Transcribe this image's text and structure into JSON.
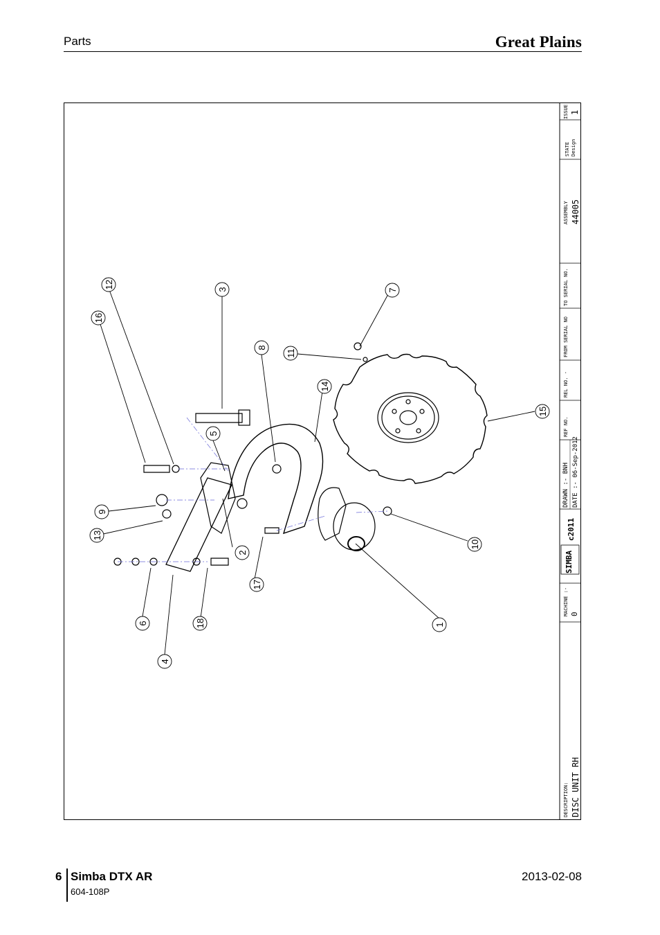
{
  "header": {
    "section": "Parts",
    "brand": "Great Plains"
  },
  "footer": {
    "page_number": "6",
    "title": "Simba DTX AR",
    "code": "604-108P",
    "date": "2013-02-08"
  },
  "title_block": {
    "issue_label": "ISSUE",
    "issue_value": "1",
    "state_label": "STATE",
    "state_value": "Design",
    "assembly_label": "ASSEMBLY",
    "assembly_value": "44005",
    "to_serial_label": "TO SERIAL NO.",
    "from_serial_label": "FROM SERIAL NO",
    "rel_no": "REL NO. -",
    "ref_no": "REF NO.",
    "drawn": "DRAWN :- BNH",
    "date": "DATE :- 06-Sep-2012",
    "copyright": "c2011",
    "logo_text": "SIMBA",
    "machine_label": "MACHINE :-",
    "machine_value": "0",
    "description_label": "DESCRIPTION:",
    "description_value": "DISC UNIT RH"
  },
  "callouts": [
    "1",
    "2",
    "3",
    "4",
    "5",
    "6",
    "7",
    "8",
    "9",
    "10",
    "11",
    "12",
    "13",
    "14",
    "15",
    "16",
    "17",
    "18"
  ]
}
